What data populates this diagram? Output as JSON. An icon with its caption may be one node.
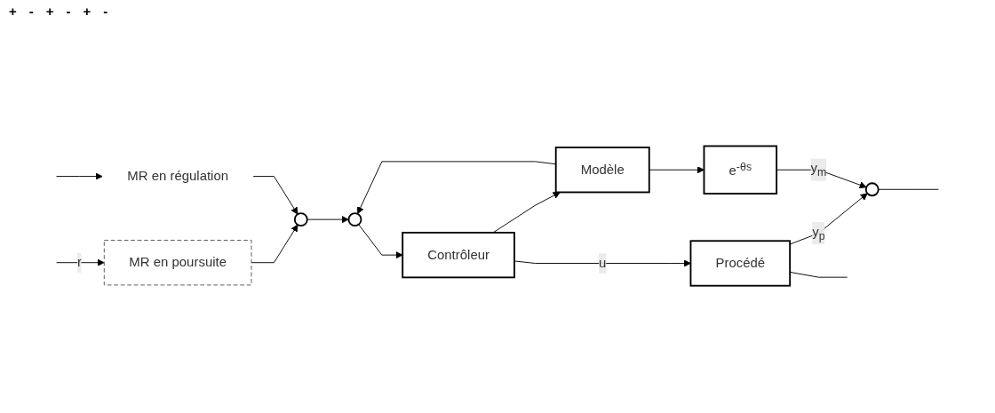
{
  "diagram": {
    "nodes": [
      {
        "text": [
          "MR en poursuite"
        ]
      },
      {
        "text": [],
        "shape": "circle"
      },
      {
        "text": [],
        "shape": "circle"
      },
      {
        "text": [
          "Contrôleur"
        ]
      },
      {
        "text": [
          "Procédé"
        ]
      },
      {
        "text": [
          "Modèle"
        ]
      },
      {
        "text": [
          "e$^{-θs}$"
        ]
      },
      {
        "text": [],
        "shape": "circle"
      },
      {
        "text": [
          "MR en régulation"
        ]
      }
    ],
    "edges": [
      {
        "from": null,
        "to": 0,
        "arrow": "to",
        "label": "r"
      },
      {
        "from": 0,
        "to": 1,
        "arrow": "to"
      },
      {
        "from": 1,
        "to": 2,
        "arrow": "to"
      },
      {
        "from": 2,
        "to": 3,
        "arrow": "to"
      },
      {
        "from": 3,
        "to": 4,
        "arrow": "to",
        "label": "u"
      },
      {
        "from": 3,
        "to": 5,
        "arrow": "to"
      },
      {
        "from": 5,
        "to": 6,
        "arrow": "to"
      },
      {
        "from": 5,
        "to": 2,
        "arrow": "to"
      },
      {
        "from": 4,
        "to": 7,
        "arrow": "to",
        "label": "y$_{p}$"
      },
      {
        "from": 6,
        "to": 7,
        "arrow": "to",
        "label": "y$_{m}$"
      },
      {
        "from": 4,
        "to": null,
        "arrow": "none"
      },
      {
        "from": 7,
        "to": null,
        "arrow": "none"
      },
      {
        "from": null,
        "to": 8,
        "arrow": "to"
      },
      {
        "from": 8,
        "to": 1,
        "arrow": "to"
      }
    ],
    "labels": [
      "+",
      "-",
      "+",
      "-",
      "+",
      "-"
    ]
  }
}
